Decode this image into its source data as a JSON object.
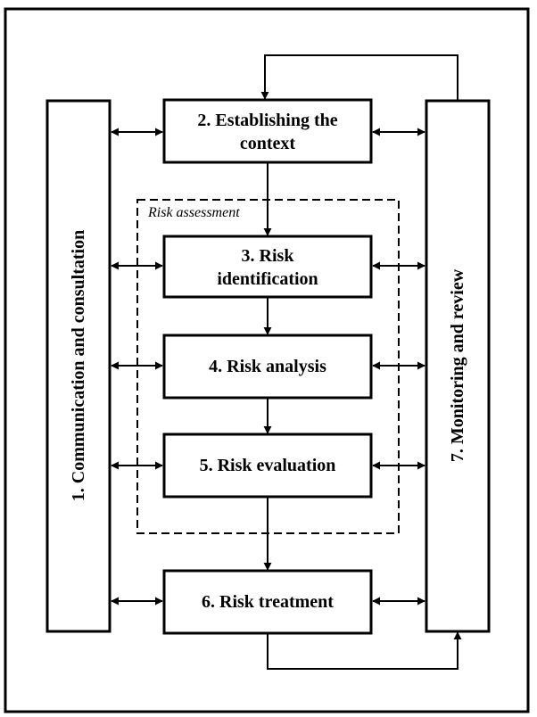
{
  "diagram": {
    "group_label": "Risk assessment",
    "nodes": {
      "communication": "1. Communication and consultation",
      "context_line1": "2. Establishing the",
      "context_line2": "context",
      "identification_line1": "3. Risk",
      "identification_line2": "identification",
      "analysis": "4. Risk analysis",
      "evaluation": "5. Risk evaluation",
      "treatment": "6. Risk treatment",
      "monitoring": "7. Monitoring and review"
    },
    "edges": [
      {
        "from": "2. Establishing the context",
        "to": "3. Risk identification"
      },
      {
        "from": "3. Risk identification",
        "to": "4. Risk analysis"
      },
      {
        "from": "4. Risk analysis",
        "to": "5. Risk evaluation"
      },
      {
        "from": "5. Risk evaluation",
        "to": "6. Risk treatment"
      },
      {
        "from": "6. Risk treatment",
        "to": "7. Monitoring and review"
      },
      {
        "from": "7. Monitoring and review",
        "to": "2. Establishing the context"
      }
    ],
    "bidirectional_links": [
      "1. Communication and consultation <-> 2. Establishing the context",
      "1. Communication and consultation <-> 3. Risk identification",
      "1. Communication and consultation <-> 4. Risk analysis",
      "1. Communication and consultation <-> 5. Risk evaluation",
      "1. Communication and consultation <-> 6. Risk treatment",
      "2. Establishing the context <-> 7. Monitoring and review",
      "3. Risk identification <-> 7. Monitoring and review",
      "4. Risk analysis <-> 7. Monitoring and review",
      "5. Risk evaluation <-> 7. Monitoring and review",
      "6. Risk treatment <-> 7. Monitoring and review"
    ]
  }
}
